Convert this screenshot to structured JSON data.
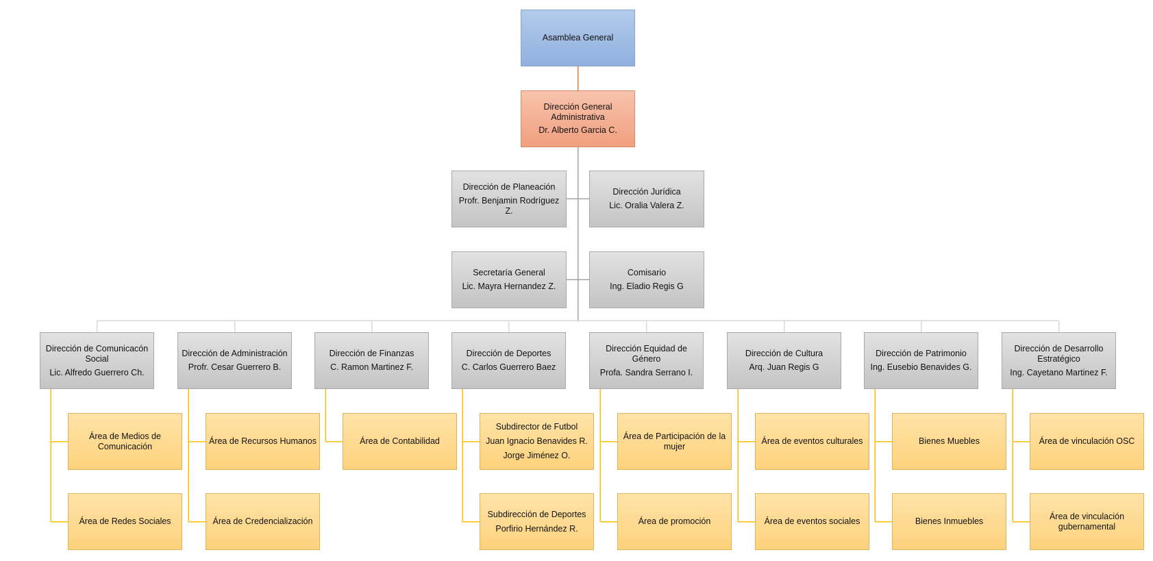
{
  "root": {
    "label": "Asamblea General"
  },
  "director": {
    "title": "Dirección General Administrativa",
    "person": "Dr. Alberto Garcia C."
  },
  "staff": [
    {
      "title": "Dirección de Planeación",
      "person": "Profr. Benjamin Rodríguez Z."
    },
    {
      "title": "Dirección Jurídica",
      "person": "Lic. Oralia Valera Z."
    },
    {
      "title": "Secretaría General",
      "person": "Lic. Mayra Hernandez Z."
    },
    {
      "title": "Comisario",
      "person": "Ing. Eladio Regis G"
    }
  ],
  "departments": [
    {
      "title": "Dirección de Comunicacón Social",
      "person": "Lic. Alfredo Guerrero Ch.",
      "areas": [
        {
          "lines": [
            "Área de  Medios de Comunicación"
          ]
        },
        {
          "lines": [
            "Área de Redes Sociales"
          ]
        }
      ]
    },
    {
      "title": "Dirección de Administración",
      "person": "Profr. Cesar Guerrero B.",
      "areas": [
        {
          "lines": [
            "Área de Recursos Humanos"
          ]
        },
        {
          "lines": [
            "Área de Credencialización"
          ]
        }
      ]
    },
    {
      "title": "Dirección de Finanzas",
      "person": "C. Ramon Martinez F.",
      "areas": [
        {
          "lines": [
            "Área de  Contabilidad"
          ]
        }
      ]
    },
    {
      "title": "Dirección de Deportes",
      "person": "C. Carlos Guerrero Baez",
      "areas": [
        {
          "lines": [
            "Subdirector de Futbol",
            "Juan Ignacio Benavides R.",
            "Jorge Jiménez O."
          ]
        },
        {
          "lines": [
            "Subdirección de  Deportes",
            "Porfirio Hernández R."
          ]
        }
      ]
    },
    {
      "title": "Dirección Equidad de Género",
      "person": "Profa. Sandra Serrano I.",
      "areas": [
        {
          "lines": [
            "Área de Participación de la mujer"
          ]
        },
        {
          "lines": [
            "Área de promoción"
          ]
        }
      ]
    },
    {
      "title": "Dirección de Cultura",
      "person": "Arq. Juan Regis G",
      "areas": [
        {
          "lines": [
            "Área de eventos culturales"
          ]
        },
        {
          "lines": [
            "Área de eventos sociales"
          ]
        }
      ]
    },
    {
      "title": "Dirección de Patrimonio",
      "person": "Ing. Eusebio Benavides G.",
      "areas": [
        {
          "lines": [
            "Bienes Muebles"
          ]
        },
        {
          "lines": [
            "Bienes Inmuebles"
          ]
        }
      ]
    },
    {
      "title": "Dirección de Desarrollo Estratégico",
      "person": "Ing. Cayetano Martinez  F.",
      "areas": [
        {
          "lines": [
            "Área de vinculación OSC"
          ]
        },
        {
          "lines": [
            "Área de vinculación gubernamental"
          ]
        }
      ]
    }
  ],
  "colors": {
    "root_fill": "#9dbbe5",
    "director_fill": "#f4b095",
    "staff_fill": "#d3d3d3",
    "area_fill": "#fed98f",
    "root_connector": "#ed7d31",
    "trunk_connector": "#a5a5a5",
    "area_connector": "#ffc000"
  }
}
